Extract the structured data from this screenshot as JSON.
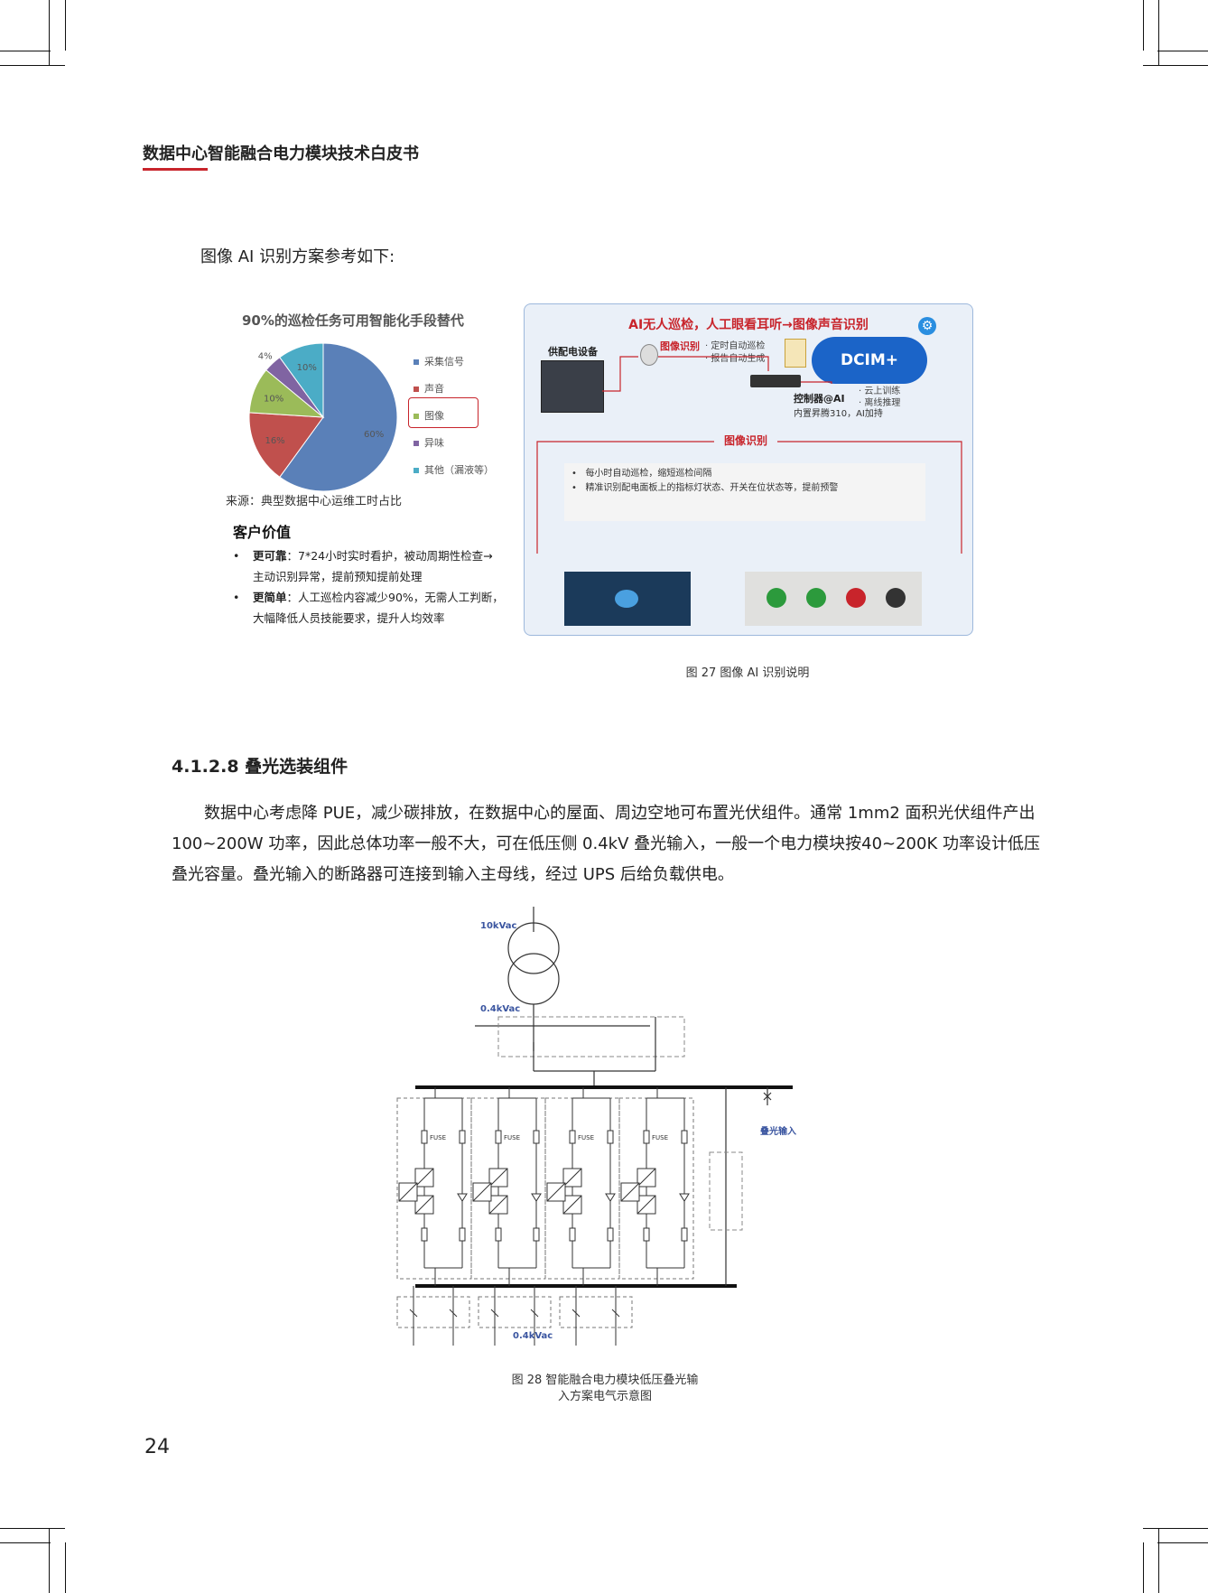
{
  "header": {
    "title": "数据中心智能融合电力模块技术白皮书"
  },
  "intro": "图像 AI 识别方案参考如下:",
  "figure27": {
    "pie_title": "90%的巡检任务可用智能化手段替代",
    "source": "来源：典型数据中心运维工时占比",
    "customer_value_title": "客户价值",
    "bullets": [
      {
        "bold": "更可靠",
        "text": "：7*24小时实时看护，被动周期性检查→主动识别异常，提前预知提前处理"
      },
      {
        "bold": "更简单",
        "text": "：人工巡检内容减少90%，无需人工判断，大幅降低人员技能要求，提升人均效率"
      }
    ],
    "panel": {
      "title": "AI无人巡检，人工眼看耳听→图像声音识别",
      "notes": [
        "定时自动巡检",
        "报告自动生成"
      ],
      "cloud": "DCIM+",
      "cloud_notes": [
        "云上训练",
        "离线推理"
      ],
      "equipment_label": "供配电设备",
      "camera_label": "图像识别",
      "controller_label": "控制器@AI",
      "controller_sub": "内置昇腾310，AI加持",
      "section_label": "图像识别",
      "detail_bullets": [
        "每小时自动巡检，缩短巡检间隔",
        "精准识别配电面板上的指标灯状态、开关在位状态等，提前预警"
      ]
    },
    "caption": "图 27 图像 AI 识别说明",
    "colors": {
      "accent": "#c8242b",
      "panel_border": "#9db8dc",
      "cloud": "#1b64c8"
    }
  },
  "chart_data": {
    "type": "pie",
    "title": "90%的巡检任务可用智能化手段替代",
    "slices": [
      {
        "name": "采集信号",
        "value": 60,
        "label": "60%",
        "color": "#5a80b8"
      },
      {
        "name": "声音",
        "value": 16,
        "label": "16%",
        "color": "#c0504d"
      },
      {
        "name": "图像",
        "value": 10,
        "label": "10%",
        "color": "#9bbb59"
      },
      {
        "name": "异味",
        "value": 4,
        "label": "4%",
        "color": "#8064a2"
      },
      {
        "name": "其他（漏液等）",
        "value": 10,
        "label": "10%",
        "color": "#4bacc6"
      }
    ],
    "legend_position": "right"
  },
  "section": {
    "heading": "4.1.2.8 叠光选装组件",
    "paragraph": "数据中心考虑降 PUE，减少碳排放，在数据中心的屋面、周边空地可布置光伏组件。通常 1mm2 面积光伏组件产出 100~200W 功率，因此总体功率一般不大，可在低压侧 0.4kV 叠光输入，一般一个电力模块按40~200K 功率设计低压叠光容量。叠光输入的断路器可连接到输入主母线，经过 UPS 后给负载供电。"
  },
  "figure28": {
    "label_hv": "10kVac",
    "label_lv": "0.4kVac",
    "label_lv_bottom": "0.4kVac",
    "label_pv": "叠光输入",
    "fuse": "FUSE",
    "caption_line1": "图 28 智能融合电力模块低压叠光输",
    "caption_line2": "入方案电气示意图"
  },
  "page_number": "24"
}
